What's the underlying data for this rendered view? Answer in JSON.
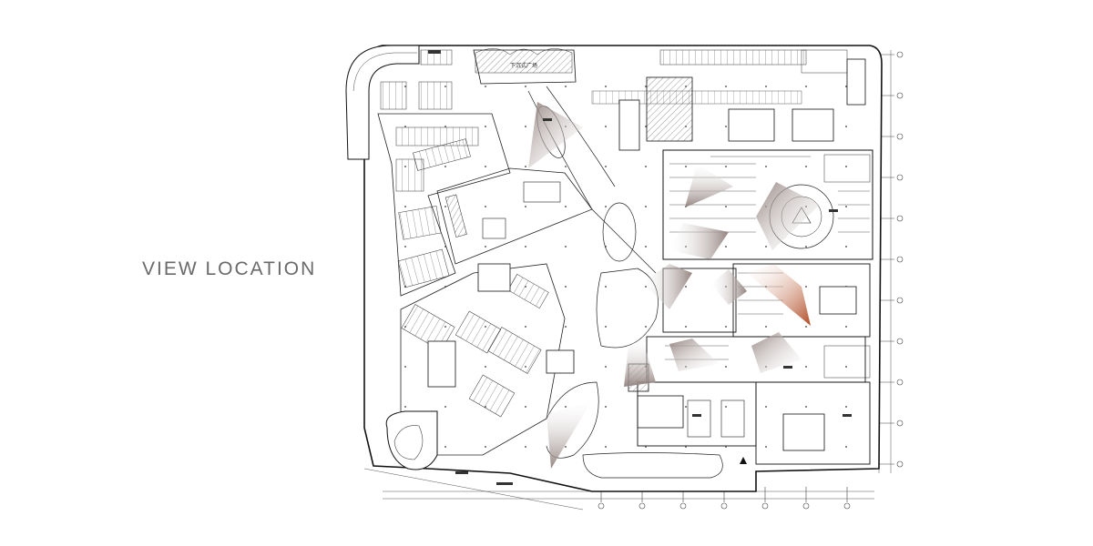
{
  "caption": "VIEW LOCATION",
  "plaza_label": "下沉式广场",
  "colors": {
    "line": "#1a1a1a",
    "view_cone_gray": "#9a8a86",
    "view_cone_active": "#c0603a",
    "caption": "#6a6a6a"
  },
  "view_cones": [
    {
      "name": "north-atrium",
      "active": false
    },
    {
      "name": "north-gallery",
      "active": false
    },
    {
      "name": "hall-west",
      "active": false
    },
    {
      "name": "hall-east",
      "active": false
    },
    {
      "name": "central-void",
      "active": false
    },
    {
      "name": "corridor-east",
      "active": true
    },
    {
      "name": "plaza-south",
      "active": false
    },
    {
      "name": "court-south",
      "active": false
    },
    {
      "name": "court-east",
      "active": false
    },
    {
      "name": "entry-southwest",
      "active": false
    }
  ]
}
